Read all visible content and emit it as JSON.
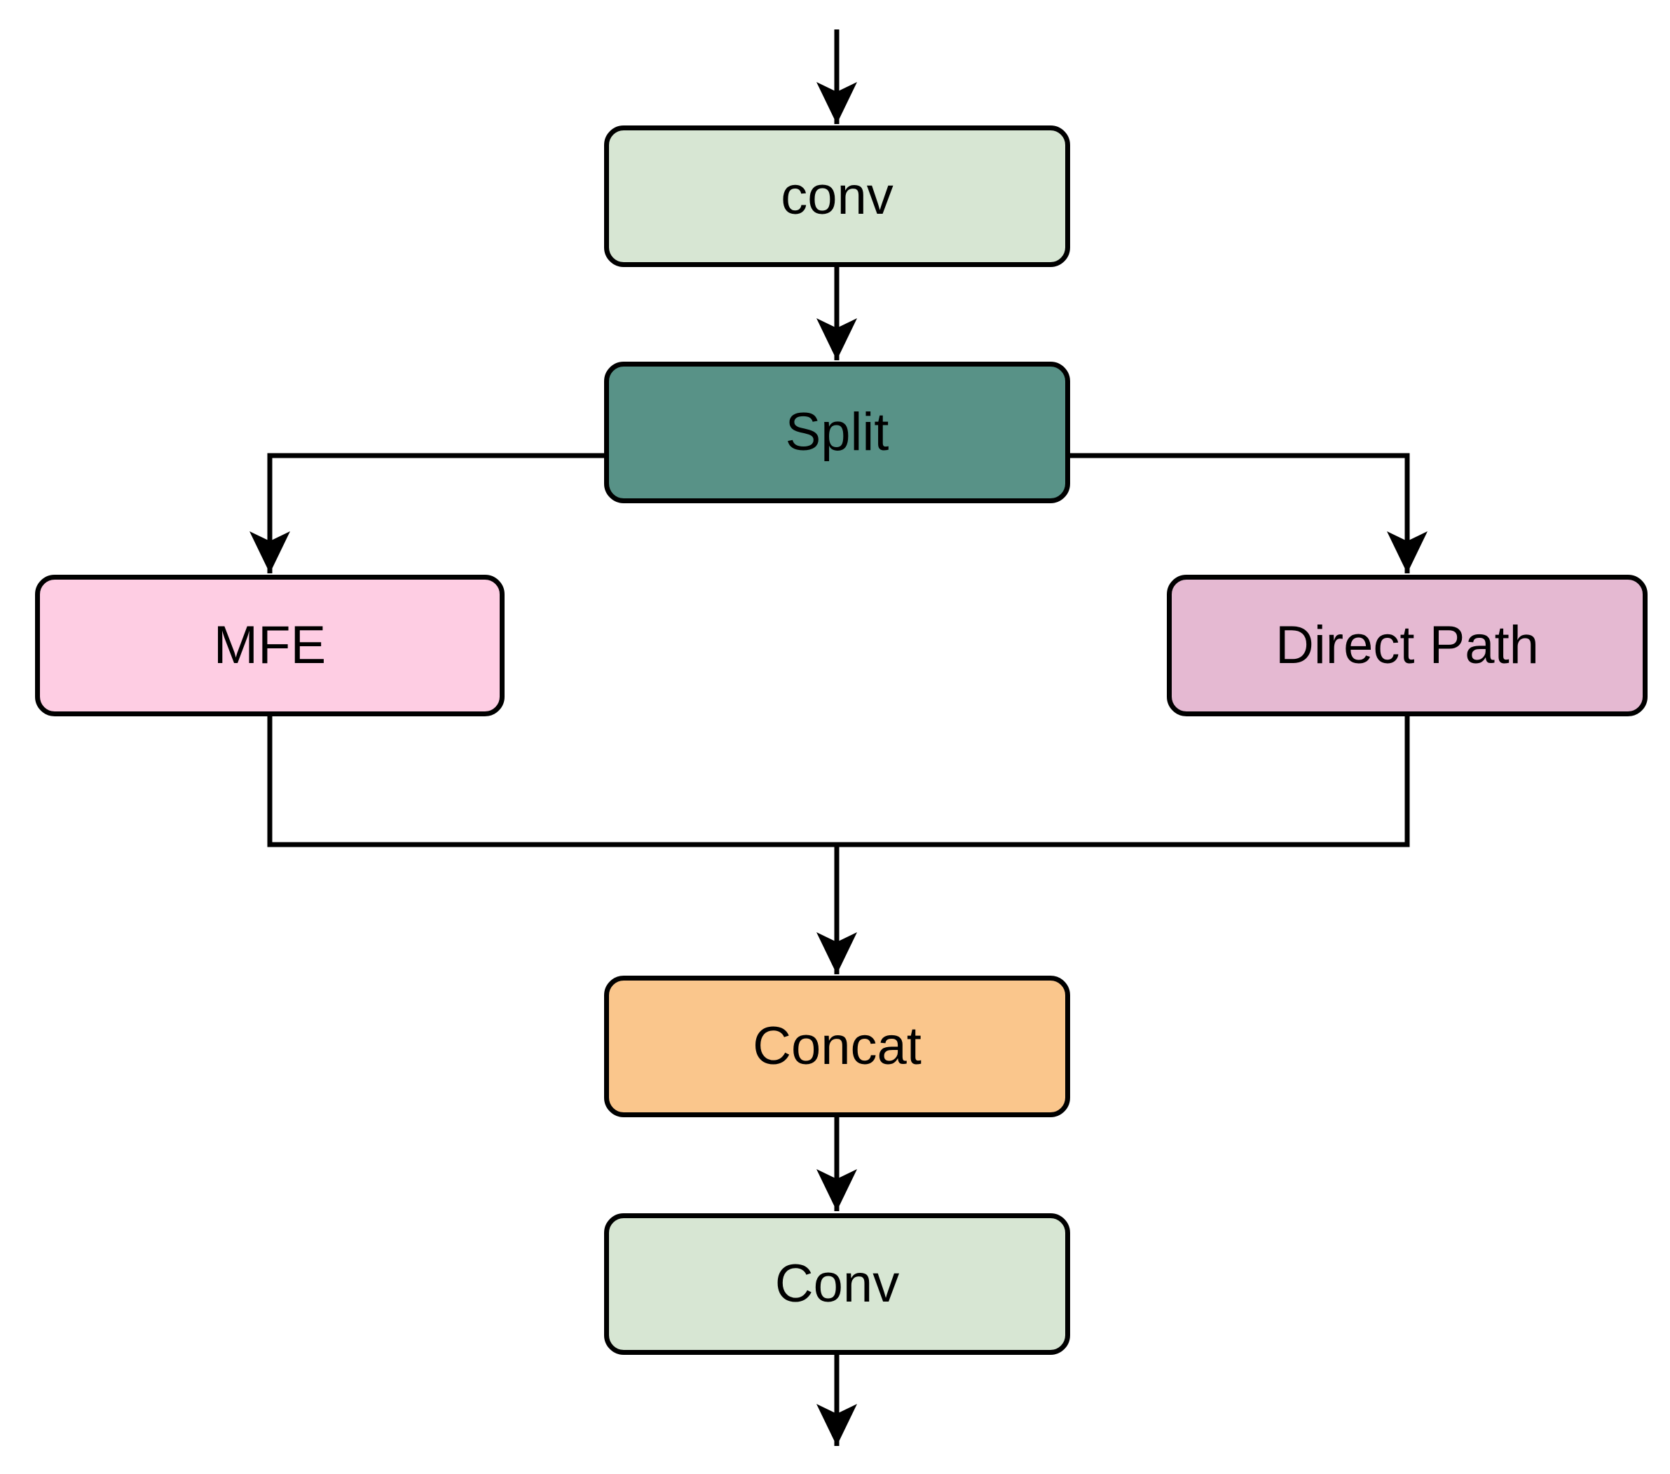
{
  "diagram": {
    "background_color": "#ffffff",
    "edge_color": "#000000",
    "text_color": "#000000",
    "nodes": [
      {
        "id": "conv-top",
        "label": "conv",
        "fill": "#d7e6d3"
      },
      {
        "id": "split",
        "label": "Split",
        "fill": "#589287"
      },
      {
        "id": "mfe",
        "label": "MFE",
        "fill": "#fecde3"
      },
      {
        "id": "direct-path",
        "label": "Direct Path",
        "fill": "#e5b9d2"
      },
      {
        "id": "concat",
        "label": "Concat",
        "fill": "#fac68c"
      },
      {
        "id": "conv-bottom",
        "label": "Conv",
        "fill": "#d7e6d3"
      }
    ],
    "edges": [
      {
        "from": "input",
        "to": "conv-top"
      },
      {
        "from": "conv-top",
        "to": "split"
      },
      {
        "from": "split",
        "to": "mfe"
      },
      {
        "from": "split",
        "to": "direct-path"
      },
      {
        "from": "mfe",
        "to": "concat"
      },
      {
        "from": "direct-path",
        "to": "concat"
      },
      {
        "from": "concat",
        "to": "conv-bottom"
      },
      {
        "from": "conv-bottom",
        "to": "output"
      }
    ]
  }
}
